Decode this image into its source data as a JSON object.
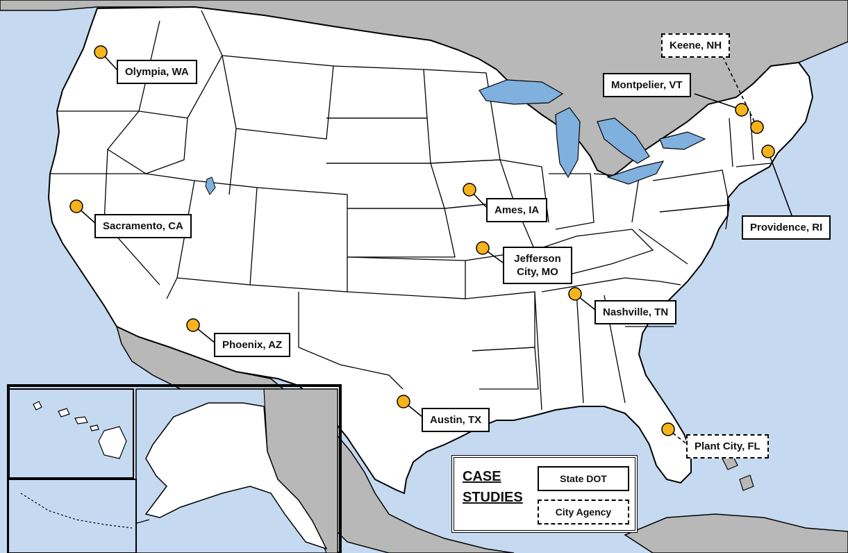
{
  "colors": {
    "water": "#c5daf0",
    "land": "#ffffff",
    "foreign": "#b8b8b8",
    "marker": "#f5b31c",
    "lake": "#7fb0de"
  },
  "cities": [
    {
      "name": "olympia",
      "label": "Olympia, WA",
      "agency": "state"
    },
    {
      "name": "sacramento",
      "label": "Sacramento, CA",
      "agency": "state"
    },
    {
      "name": "phoenix",
      "label": "Phoenix, AZ",
      "agency": "state"
    },
    {
      "name": "austin",
      "label": "Austin, TX",
      "agency": "state"
    },
    {
      "name": "ames",
      "label": "Ames, IA",
      "agency": "state"
    },
    {
      "name": "jefferson-city",
      "label": "Jefferson City, MO",
      "agency": "state"
    },
    {
      "name": "nashville",
      "label": "Nashville, TN",
      "agency": "state"
    },
    {
      "name": "plant-city",
      "label": "Plant City, FL",
      "agency": "city"
    },
    {
      "name": "montpelier",
      "label": "Montpelier, VT",
      "agency": "state"
    },
    {
      "name": "keene",
      "label": "Keene, NH",
      "agency": "city"
    },
    {
      "name": "providence",
      "label": "Providence, RI",
      "agency": "state"
    }
  ],
  "legend": {
    "title_line1": "CASE",
    "title_line2": "STUDIES",
    "state_label": "State DOT",
    "city_label": "City Agency"
  }
}
